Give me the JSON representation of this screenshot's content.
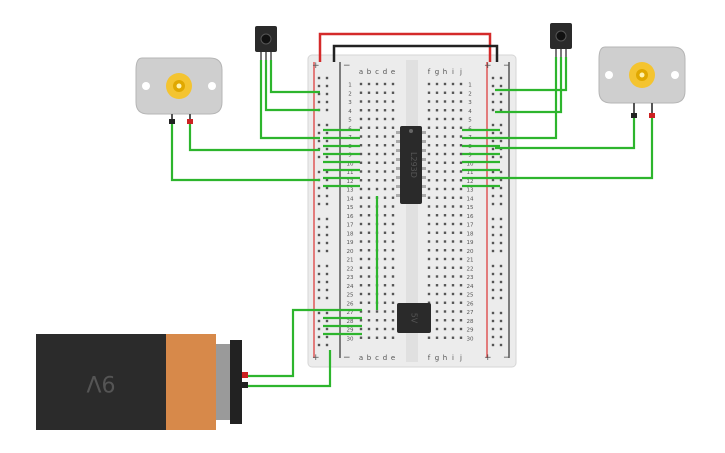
{
  "breadboard": {
    "column_letters_left": [
      "a",
      "b",
      "c",
      "d",
      "e"
    ],
    "column_letters_right": [
      "f",
      "g",
      "h",
      "i",
      "j"
    ],
    "row_numbers": [
      "1",
      "2",
      "3",
      "4",
      "5",
      "6",
      "7",
      "8",
      "9",
      "10",
      "11",
      "12",
      "13",
      "14",
      "15",
      "16",
      "17",
      "18",
      "19",
      "20",
      "21",
      "22",
      "23",
      "24",
      "25",
      "26",
      "27",
      "28",
      "29",
      "30"
    ],
    "rail_plus": "+",
    "rail_minus": "−"
  },
  "chips": {
    "driver_label": "L293D",
    "regulator_label": "5V"
  },
  "battery": {
    "label": "9V"
  },
  "colors": {
    "wire_green": "#2db52d",
    "wire_red": "#d42a2a",
    "wire_black": "#222222",
    "board": "#ececec",
    "battery_body": "#2b2b2b",
    "battery_cap": "#d7894a",
    "motor_body": "#cfcfcf",
    "gear": "#f4c430"
  },
  "components": {
    "motor_left": "motor-icon",
    "motor_right": "motor-icon",
    "sensor_left": "sensor-icon",
    "sensor_right": "sensor-icon"
  }
}
